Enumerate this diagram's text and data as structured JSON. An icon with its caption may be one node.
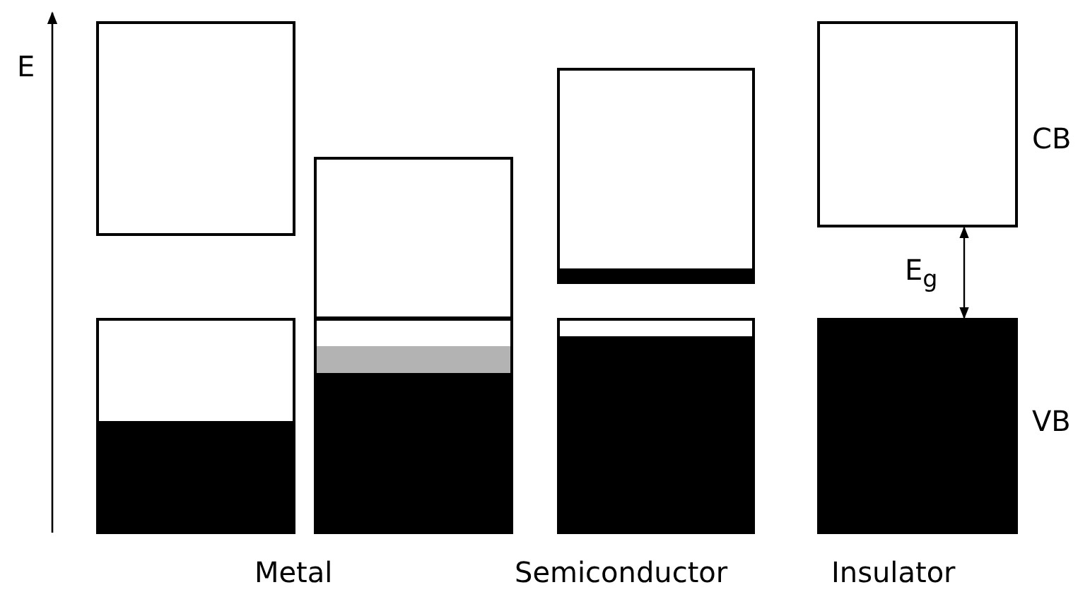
{
  "diagram": {
    "nodes": [
      {
        "text": [],
        "shape": "box"
      },
      {
        "text": [],
        "shape": "box"
      },
      {
        "text": [],
        "shape": "box"
      },
      {
        "text": [],
        "shape": "box"
      },
      {
        "text": [],
        "shape": "box"
      },
      {
        "text": [],
        "shape": "box"
      },
      {
        "text": [],
        "shape": "box"
      },
      {
        "text": [],
        "shape": "box"
      }
    ],
    "edges": [
      {
        "from": 6,
        "to": 7,
        "arrow": "both",
        "label": "E$_{g}$"
      }
    ],
    "labels": [
      "E",
      "CB",
      "VB",
      "Metal",
      "Semiconductor",
      "Insulator"
    ]
  }
}
